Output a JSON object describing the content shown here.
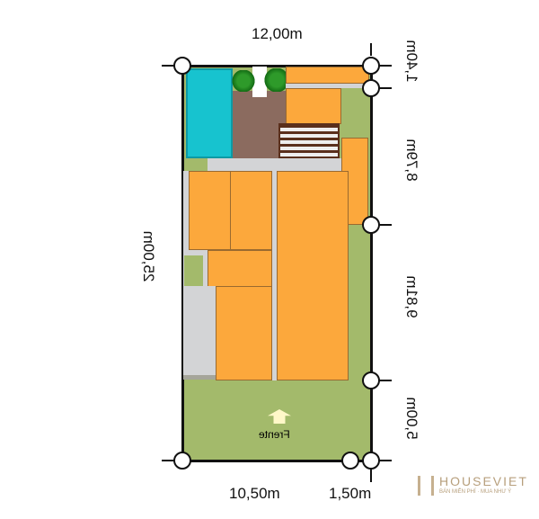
{
  "dimensions": {
    "top": "12,00m",
    "left": "25,00m",
    "bottom_left": "10,50m",
    "bottom_right": "1,50m",
    "right": [
      "1,40m",
      "8,79m",
      "9,81m",
      "5,00m"
    ]
  },
  "plan": {
    "front_label": "Frente"
  },
  "logo": {
    "name": "HOUSEVIET",
    "tagline": "BÁN MIỄN PHÍ · MUA NHƯ Ý"
  },
  "colors": {
    "roof": "#fca83c",
    "grass": "#a3ba6b",
    "pool": "#17c3cf",
    "patio": "#8b6b5f",
    "walkway": "#d3d4d6"
  }
}
